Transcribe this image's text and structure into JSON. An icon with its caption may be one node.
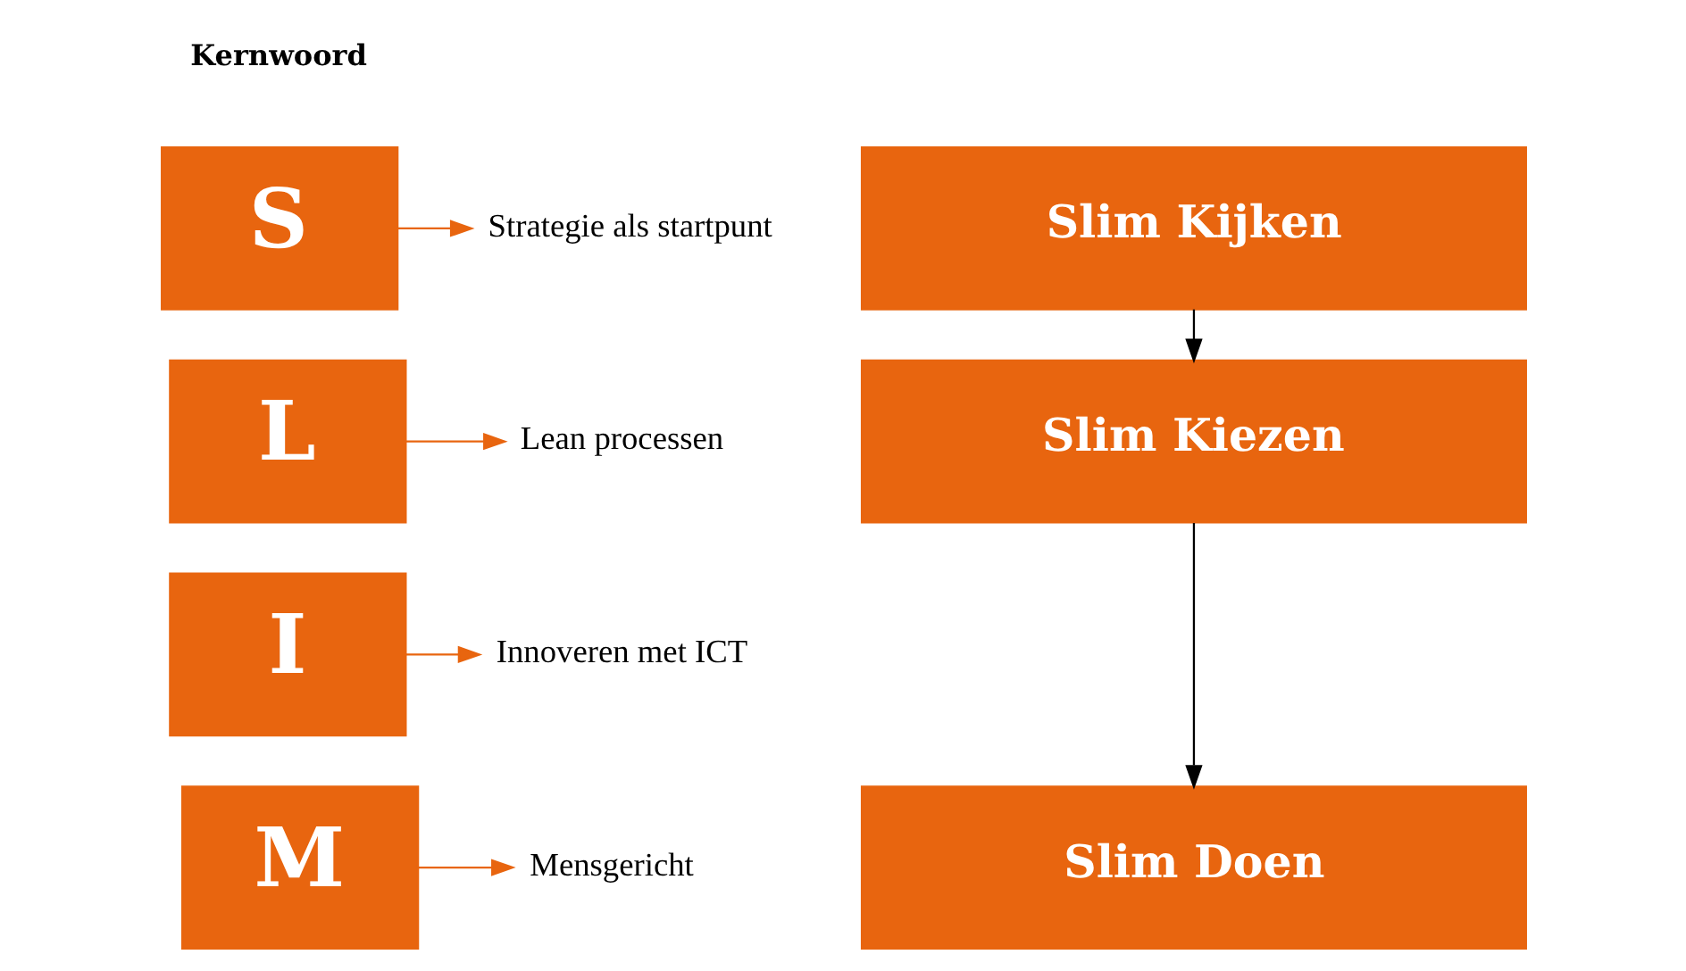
{
  "diagram": {
    "nodes": [
      {
        "text": [
          "S"
        ]
      },
      {
        "text": [
          "Strategie als startpunt"
        ]
      },
      {
        "text": [
          "L"
        ]
      },
      {
        "text": [
          "Lean processen"
        ]
      },
      {
        "text": [
          "I"
        ]
      },
      {
        "text": [
          "Innoveren met ICT"
        ]
      },
      {
        "text": [
          "M"
        ]
      },
      {
        "text": [
          "Mensgericht"
        ]
      },
      {
        "text": [
          "Slim Kijken"
        ]
      },
      {
        "text": [
          "Slim Kiezen"
        ]
      },
      {
        "text": [
          "Slim Doen"
        ]
      }
    ],
    "edges": [
      {
        "from": 0,
        "to": 1,
        "arrow": "to",
        "color": "#e8650f"
      },
      {
        "from": 2,
        "to": 3,
        "arrow": "to",
        "color": "#e8650f"
      },
      {
        "from": 4,
        "to": 5,
        "arrow": "to",
        "color": "#e8650f"
      },
      {
        "from": 6,
        "to": 7,
        "arrow": "to",
        "color": "#e8650f"
      },
      {
        "from": 8,
        "to": 9,
        "arrow": "to",
        "color": "#000000"
      },
      {
        "from": 9,
        "to": 10,
        "arrow": "to",
        "color": "#000000"
      }
    ],
    "labels": [
      "Kernwoord"
    ]
  }
}
